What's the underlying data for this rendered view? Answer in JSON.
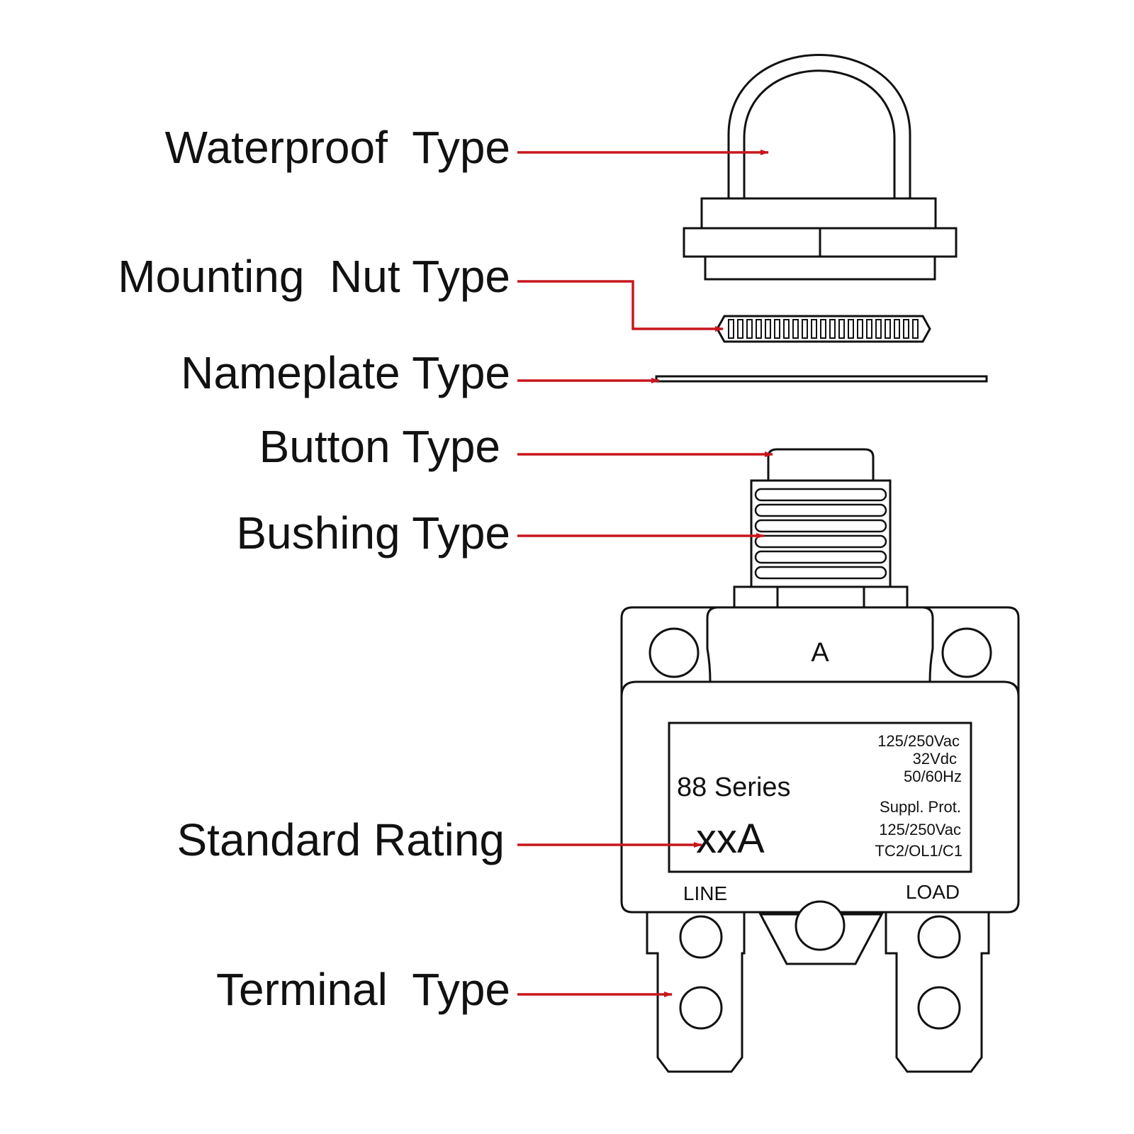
{
  "colors": {
    "ink": "#111111",
    "leader": "#c8161d",
    "background": "#ffffff"
  },
  "callouts": {
    "waterproof": "Waterproof  Type",
    "mounting_nut": "Mounting  Nut Type",
    "nameplate": "Nameplate Type",
    "button": "Button Type",
    "bushing": "Bushing Type",
    "standard_rating": "Standard Rating",
    "terminal": "Terminal  Type"
  },
  "breaker": {
    "top_marking": "A",
    "label_series": "88 Series",
    "label_rating": "xxA",
    "spec_lines": [
      "125/250Vac",
      "32Vdc",
      "50/60Hz"
    ],
    "prot_lines": [
      "Suppl. Prot.",
      "125/250Vac",
      "TC2/OL1/C1"
    ],
    "line_label": "LINE",
    "load_label": "LOAD"
  }
}
